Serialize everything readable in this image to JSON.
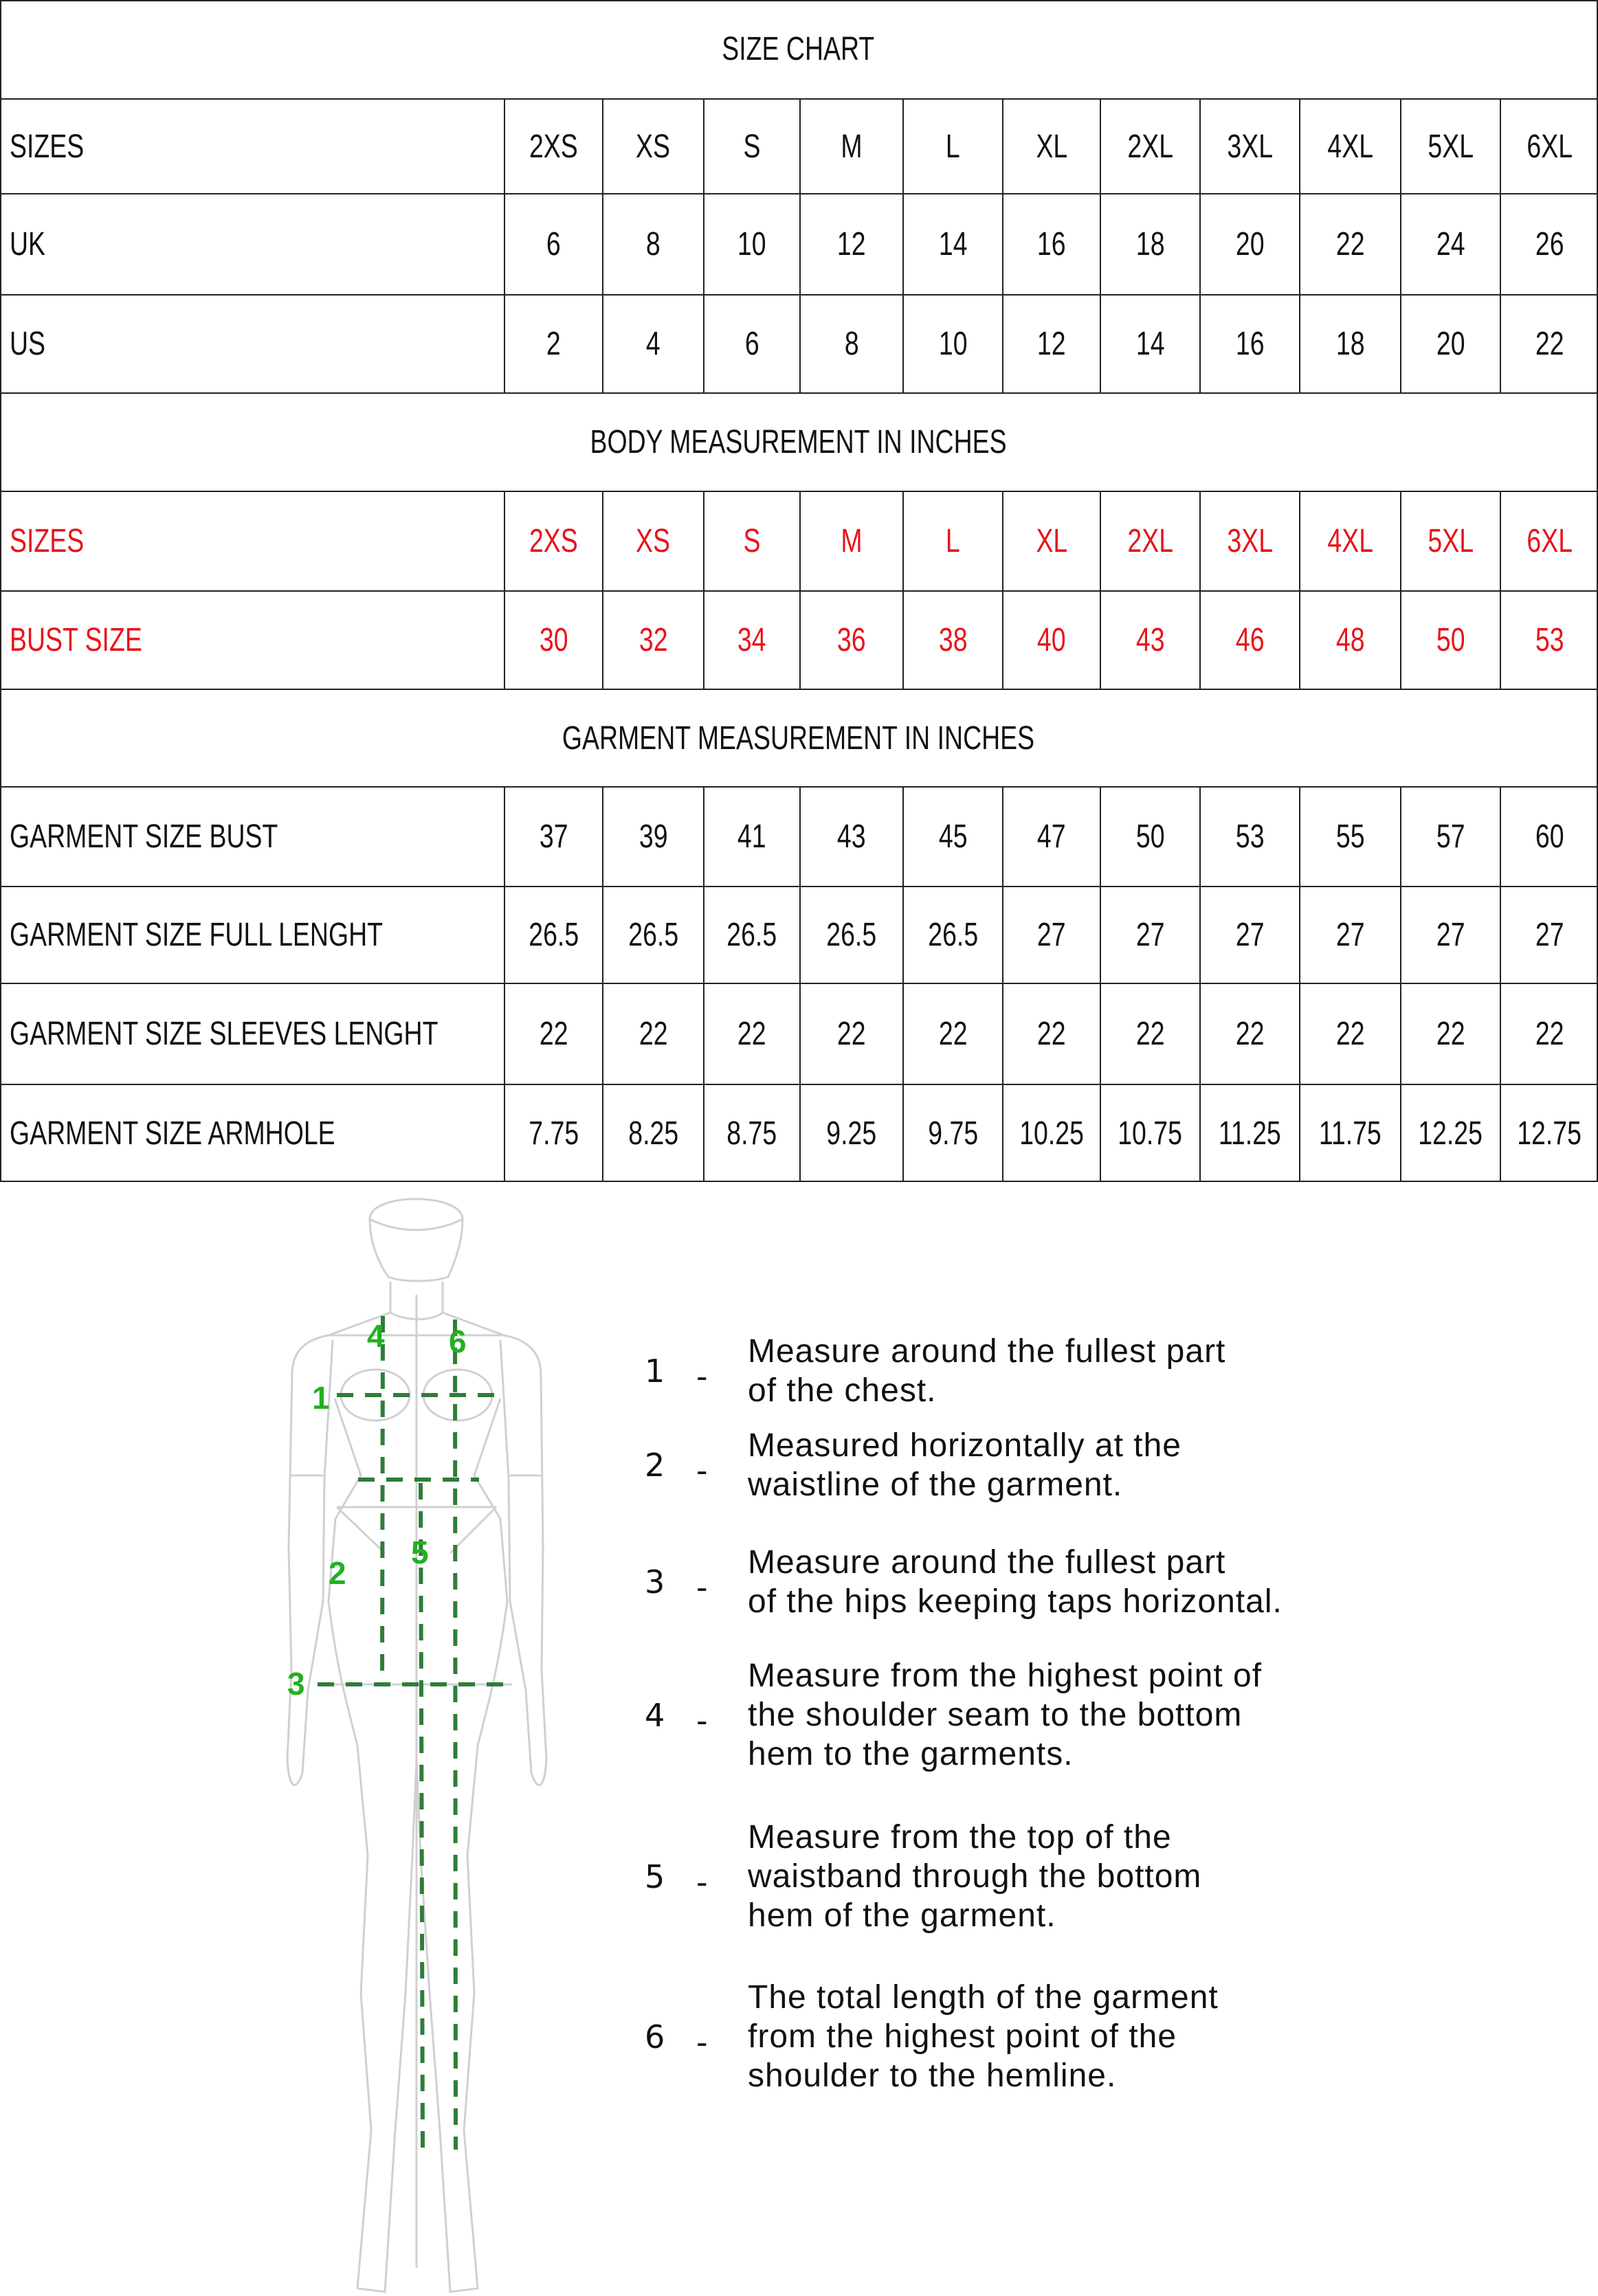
{
  "size_chart": {
    "title": "SIZE CHART",
    "header": {
      "label": "SIZES",
      "values": [
        "2XS",
        "XS",
        "S",
        "M",
        "L",
        "XL",
        "2XL",
        "3XL",
        "4XL",
        "5XL",
        "6XL"
      ]
    },
    "uk": {
      "label": "UK",
      "values": [
        "6",
        "8",
        "10",
        "12",
        "14",
        "16",
        "18",
        "20",
        "22",
        "24",
        "26"
      ]
    },
    "us": {
      "label": "US",
      "values": [
        "2",
        "4",
        "6",
        "8",
        "10",
        "12",
        "14",
        "16",
        "18",
        "20",
        "22"
      ]
    }
  },
  "body_measurement": {
    "title": "BODY MEASUREMENT IN INCHES",
    "header": {
      "label": "SIZES",
      "values": [
        "2XS",
        "XS",
        "S",
        "M",
        "L",
        "XL",
        "2XL",
        "3XL",
        "4XL",
        "5XL",
        "6XL"
      ]
    },
    "bust": {
      "label": "BUST SIZE",
      "values": [
        "30",
        "32",
        "34",
        "36",
        "38",
        "40",
        "43",
        "46",
        "48",
        "50",
        "53"
      ]
    },
    "accent_color": "#e8141b"
  },
  "garment_measurement": {
    "title": "GARMENT MEASUREMENT IN INCHES",
    "bust": {
      "label": "GARMENT SIZE BUST",
      "values": [
        "37",
        "39",
        "41",
        "43",
        "45",
        "47",
        "50",
        "53",
        "55",
        "57",
        "60"
      ]
    },
    "full_length": {
      "label": "GARMENT SIZE FULL LENGHT",
      "values": [
        "26.5",
        "26.5",
        "26.5",
        "26.5",
        "26.5",
        "27",
        "27",
        "27",
        "27",
        "27",
        "27"
      ]
    },
    "sleeves_length": {
      "label": "GARMENT SIZE SLEEVES LENGHT",
      "values": [
        "22",
        "22",
        "22",
        "22",
        "22",
        "22",
        "22",
        "22",
        "22",
        "22",
        "22"
      ]
    },
    "armhole": {
      "label": "GARMENT SIZE ARMHOLE",
      "values": [
        "7.75",
        "8.25",
        "8.75",
        "9.25",
        "9.75",
        "10.25",
        "10.75",
        "11.25",
        "11.75",
        "12.25",
        "12.75"
      ]
    }
  },
  "figure": {
    "labels": [
      "1",
      "2",
      "3",
      "4",
      "5",
      "6"
    ],
    "line_color": "#2e7d3a",
    "label_color": "#22b022"
  },
  "instructions": [
    {
      "number": "1",
      "dash": "-",
      "lines": [
        "Measure around the fullest part",
        "of the chest."
      ]
    },
    {
      "number": "2",
      "dash": "-",
      "lines": [
        "Measured horizontally at the",
        "waistline of the garment."
      ]
    },
    {
      "number": "3",
      "dash": "-",
      "lines": [
        "Measure around the fullest part",
        "of the hips keeping taps horizontal."
      ]
    },
    {
      "number": "4",
      "dash": "-",
      "lines": [
        "Measure from the highest point of",
        "the shoulder seam to the bottom",
        "hem to the garments."
      ]
    },
    {
      "number": "5",
      "dash": "-",
      "lines": [
        "Measure from the top of the",
        "waistband through the bottom",
        "hem of the garment."
      ]
    },
    {
      "number": "6",
      "dash": "-",
      "lines": [
        "The total length of the garment",
        "from the highest point of the",
        "shoulder to the hemline."
      ]
    }
  ]
}
